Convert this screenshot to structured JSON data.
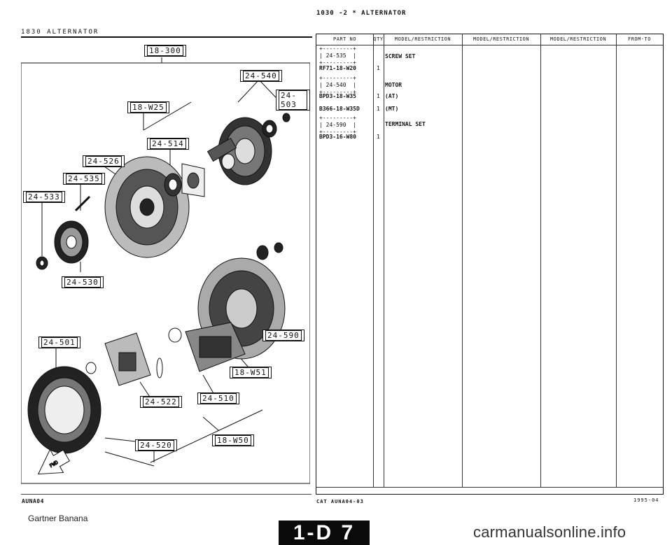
{
  "header": {
    "top_title": "1030 -2 * ALTERNATOR",
    "left_title": "1830   ALTERNATOR"
  },
  "diagram": {
    "callouts": [
      {
        "id": "c18300",
        "label": "18-300"
      },
      {
        "id": "c24540",
        "label": "24-540"
      },
      {
        "id": "c24503",
        "label": "24-503"
      },
      {
        "id": "c18w25",
        "label": "18-W25"
      },
      {
        "id": "c24514",
        "label": "24-514"
      },
      {
        "id": "c24526",
        "label": "24-526"
      },
      {
        "id": "c24535",
        "label": "24-535"
      },
      {
        "id": "c24533",
        "label": "24-533"
      },
      {
        "id": "c24530",
        "label": "24-530"
      },
      {
        "id": "c24501",
        "label": "24-501"
      },
      {
        "id": "c24590",
        "label": "24-590"
      },
      {
        "id": "c18w51",
        "label": "18-W51"
      },
      {
        "id": "c24522",
        "label": "24-522"
      },
      {
        "id": "c24510",
        "label": "24-510"
      },
      {
        "id": "c24520",
        "label": "24-520"
      },
      {
        "id": "c18w50",
        "label": "18-W50"
      }
    ],
    "fwd_label": "FWD"
  },
  "table": {
    "columns": [
      "PART NO",
      "QTY",
      "MODEL/RESTRICTION",
      "MODEL/RESTRICTION",
      "MODEL/RESTRICTION",
      "FROM-TO"
    ],
    "groups": [
      {
        "box": "+---------+\n| 24-535  |\n+---------+",
        "rows": [
          {
            "part": "RF71-18-W20",
            "qty": "1",
            "desc": "SCREW SET"
          }
        ]
      },
      {
        "box": "+---------+\n| 24-540  |\n+---------+",
        "rows": [
          {
            "part": "BPD3-18-W35",
            "qty": "1",
            "desc": "MOTOR"
          },
          {
            "part": "",
            "qty": "",
            "desc": "(AT)"
          },
          {
            "part": "B366-18-W35D",
            "qty": "1",
            "desc": "(MT)"
          }
        ]
      },
      {
        "box": "+---------+\n| 24-590  |\n+---------+",
        "rows": [
          {
            "part": "BPD3-16-W80",
            "qty": "1",
            "desc": "TERMINAL SET"
          }
        ]
      }
    ]
  },
  "footer": {
    "aun": "AUNA04",
    "cat": "CAT  AUNA04-03",
    "date": "1995-04",
    "gartner": "Gartner Banana",
    "page_badge": "1-D 7",
    "watermark": "carmanualsonline.info"
  }
}
